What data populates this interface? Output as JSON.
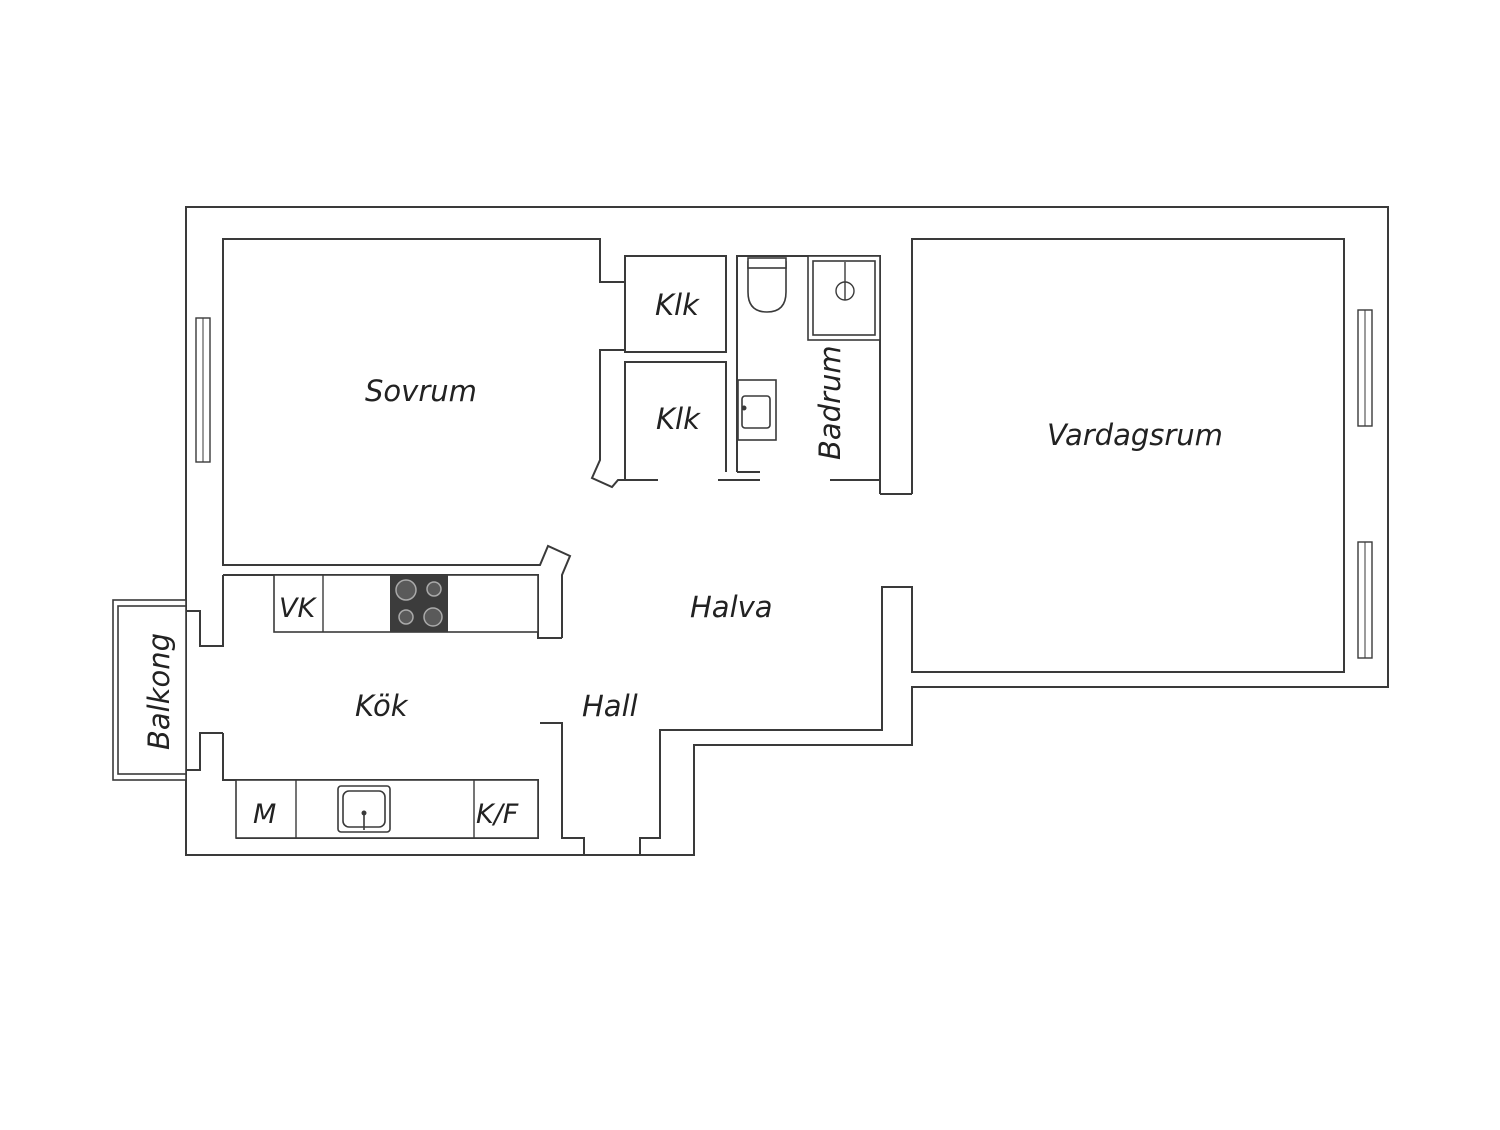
{
  "rooms": {
    "sovrum": "Sovrum",
    "klk_top": "Klk",
    "klk_bottom": "Klk",
    "badrum": "Badrum",
    "vardagsrum": "Vardagsrum",
    "halva": "Halva",
    "kok": "Kök",
    "hall": "Hall",
    "balkong": "Balkong"
  },
  "appliances": {
    "vk": "VK",
    "m": "M",
    "kf": "K/F"
  },
  "colors": {
    "wall_stroke": "#3a3a3a",
    "stove": "#3c3c3c",
    "label": "#222222"
  }
}
